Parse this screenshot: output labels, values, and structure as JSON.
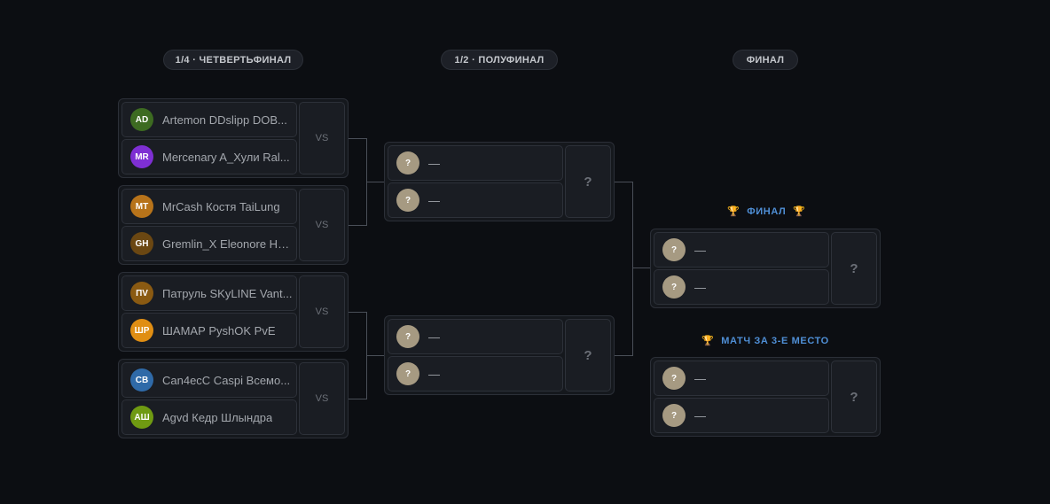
{
  "rounds": {
    "quarter": "1/4 · ЧЕТВЕРТЬФИНАЛ",
    "semi": "1/2 · ПОЛУФИНАЛ",
    "final": "ФИНАЛ"
  },
  "vs_label": "VS",
  "unknown_label": "?",
  "tbd_name": "—",
  "quarterfinals": [
    {
      "p1": {
        "initials": "AD",
        "name": "Artemon DDslipp DOB...",
        "color": "#3d6b21"
      },
      "p2": {
        "initials": "MR",
        "name": "Mercenary A_Хули Ral...",
        "color": "#7e2fd3"
      }
    },
    {
      "p1": {
        "initials": "MT",
        "name": "MrCash Костя TaiLung",
        "color": "#b7731a"
      },
      "p2": {
        "initials": "GH",
        "name": "Gremlin_X Eleonore HE...",
        "color": "#6b4712"
      }
    },
    {
      "p1": {
        "initials": "ПV",
        "name": "Патруль SKyLINE Vant...",
        "color": "#8a5a12"
      },
      "p2": {
        "initials": "ШР",
        "name": "ШАМАР PyshOK PvE",
        "color": "#e08e13"
      }
    },
    {
      "p1": {
        "initials": "CB",
        "name": "Can4ecC Caspi Всемо...",
        "color": "#2f6aa8"
      },
      "p2": {
        "initials": "АШ",
        "name": "Agvd Кедр Шлындра",
        "color": "#6f9a12"
      }
    }
  ],
  "final_section": {
    "label": "ФИНАЛ",
    "trophy_icon": "🏆"
  },
  "third_place_section": {
    "label": "МАТЧ ЗА 3-Е МЕСТО",
    "trophy_icon": "🏆"
  }
}
